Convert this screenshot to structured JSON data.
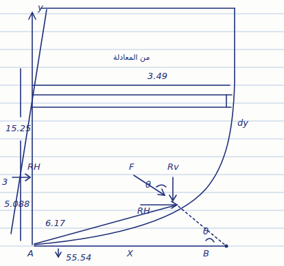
{
  "diagram": {
    "labels": [
      "y",
      "من المعادلة",
      "3.49",
      "dy",
      "15.25",
      "RH",
      "F",
      "Rv",
      "RH",
      "θ",
      "3",
      "5.088",
      "6.17",
      "θ",
      "A",
      "X",
      "B",
      "55.54"
    ]
  }
}
